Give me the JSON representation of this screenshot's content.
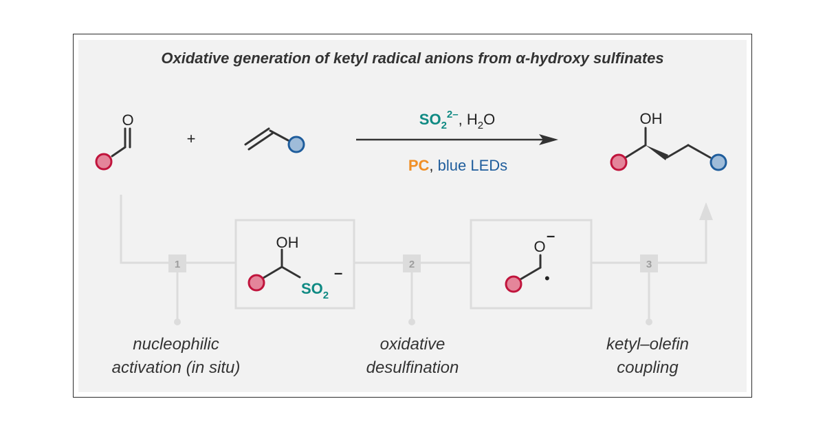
{
  "title": "Oxidative generation of ketyl radical anions from α-hydroxy sulfinates",
  "reaction": {
    "plus": "+",
    "reagent_main": "SO",
    "reagent_sub": "2",
    "reagent_sup": "2–",
    "reagent_rest": ", H",
    "water_sub": "2",
    "water_o": "O",
    "catalyst": "PC",
    "catalyst_sep": ", ",
    "light": "blue LEDs"
  },
  "labels": {
    "aldehyde_o": "O",
    "product_oh": "OH",
    "int1_oh": "OH",
    "int1_so": "SO",
    "int1_sub": "2",
    "int1_charge": "–",
    "int2_o": "O",
    "int2_charge": "–",
    "radical_dot": "•"
  },
  "steps": [
    {
      "num": "1",
      "line1": "nucleophilic",
      "line2": "activation (in situ)"
    },
    {
      "num": "2",
      "line1": "oxidative",
      "line2": "desulfination"
    },
    {
      "num": "3",
      "line1": "ketyl–olefin",
      "line2": "coupling"
    }
  ],
  "colors": {
    "red_group": "#e4859a",
    "red_stroke": "#c0143c",
    "blue_group": "#9fbcd9",
    "blue_stroke": "#1f5d9c",
    "teal": "#0f8a83",
    "orange": "#f08f26",
    "flow_gray": "#dcdcdc"
  }
}
